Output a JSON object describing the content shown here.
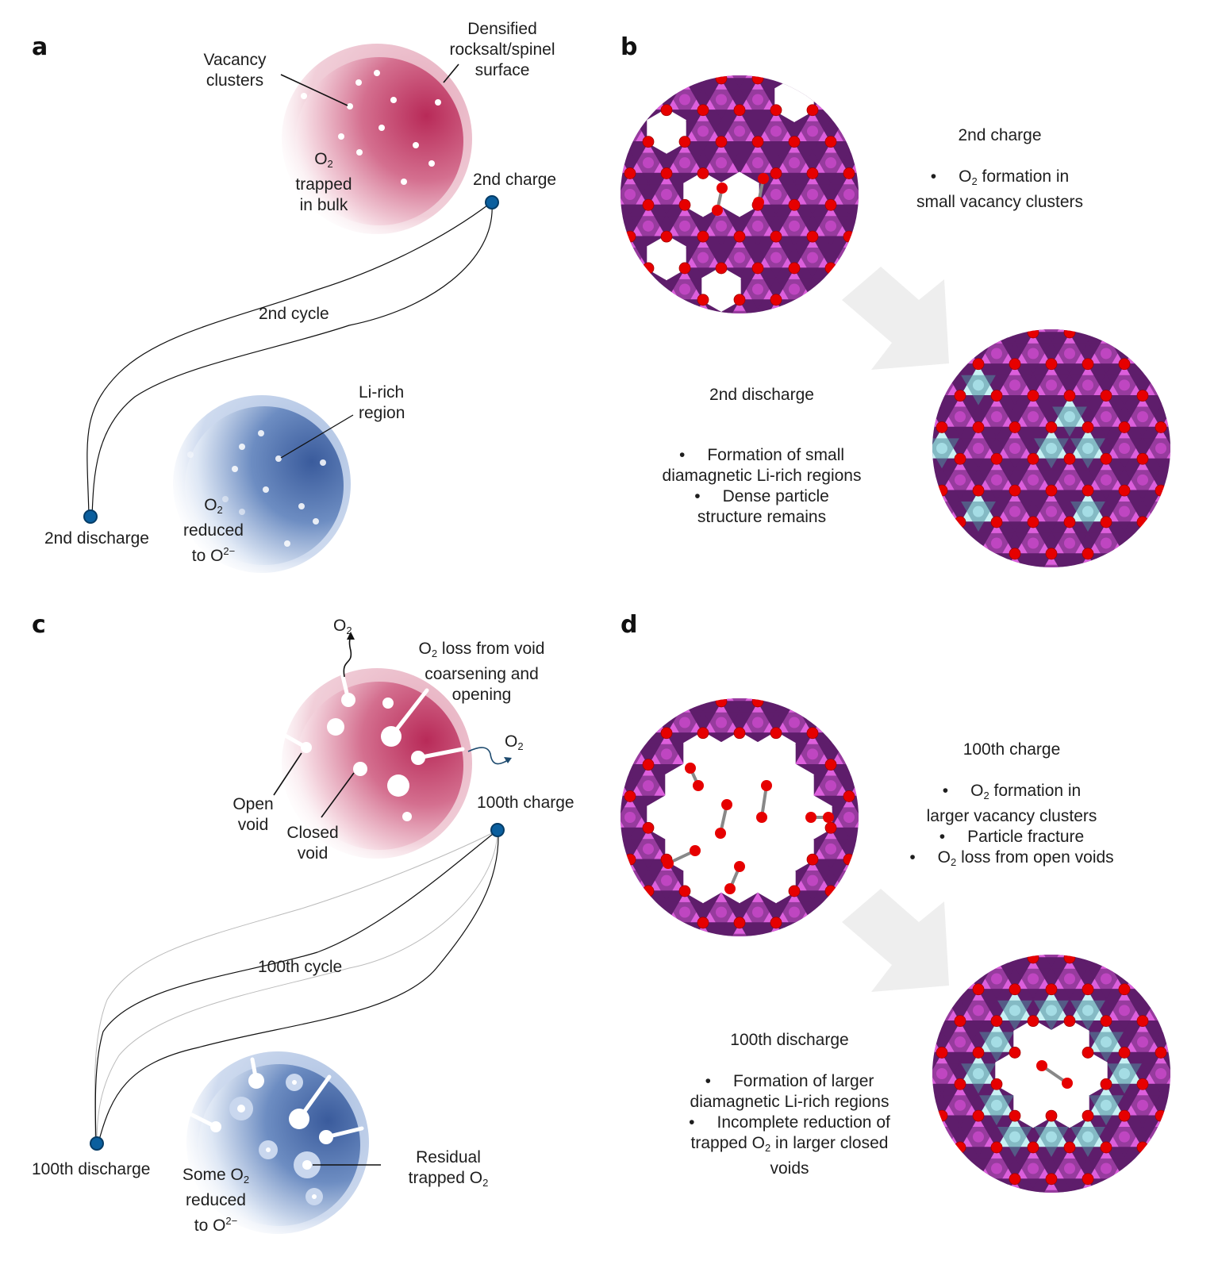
{
  "figure": {
    "colors": {
      "charge_particle_dark": "#c0325f",
      "charge_particle_light": "#f6dbe3",
      "discharge_particle_dark": "#3f63a3",
      "discharge_particle_light": "#dfe8f5",
      "state_node": "#0b5f9e",
      "mn_octahedra_light": "#dc5fdc",
      "mn_octahedra_dark": "#5e1d6b",
      "li_octahedra_light": "#c8f1f4",
      "li_octahedra_dark": "#4d8c9c",
      "oxygen": "#e60000",
      "arrow_gray": "#eeeeee"
    },
    "panel_a": {
      "letter": "a",
      "vacancy_label": [
        "Vacancy",
        "clusters"
      ],
      "surface_label": [
        "Densified",
        "rocksalt/spinel",
        "surface"
      ],
      "o2_trapped": {
        "line1": "O",
        "sub": "2",
        "line2": "trapped",
        "line3": "in bulk"
      },
      "charge_node": "2nd charge",
      "discharge_node": "2nd discharge",
      "cycle_label": "2nd cycle",
      "li_rich_label": [
        "Li-rich",
        "region"
      ],
      "o2_reduced": {
        "line1": "O",
        "sub": "2",
        "line2": "reduced",
        "line3_prefix": "to O",
        "sup": "2−"
      }
    },
    "panel_b": {
      "letter": "b",
      "charge_title": "2nd charge",
      "charge_bullets": [
        {
          "pre": "O",
          "sub": "2",
          "post": " formation in",
          "cont": "small vacancy clusters"
        }
      ],
      "discharge_title": "2nd discharge",
      "discharge_bullets": [
        {
          "text": "Formation of small",
          "cont": "diamagnetic Li-rich regions"
        },
        {
          "text": "Dense particle",
          "cont": "structure remains"
        }
      ]
    },
    "panel_c": {
      "letter": "c",
      "o2_top": {
        "text": "O",
        "sub": "2"
      },
      "o2_right": {
        "text": "O",
        "sub": "2"
      },
      "loss_label": {
        "pre": "O",
        "sub": "2",
        "post": " loss from void",
        "line2": "coarsening and",
        "line3": "opening"
      },
      "open_void": [
        "Open",
        "void"
      ],
      "closed_void": [
        "Closed",
        "void"
      ],
      "charge_node": "100th charge",
      "discharge_node": "100th discharge",
      "cycle_label": "100th cycle",
      "some_o2": {
        "pre": "Some O",
        "sub": "2",
        "line2": "reduced",
        "line3_prefix": "to O",
        "sup": "2−"
      },
      "residual": {
        "line1": "Residual",
        "pre": "trapped O",
        "sub": "2"
      }
    },
    "panel_d": {
      "letter": "d",
      "charge_title": "100th charge",
      "charge_bullets": [
        {
          "pre": "O",
          "sub": "2",
          "post": " formation in",
          "cont": "larger vacancy clusters"
        },
        {
          "text": "Particle fracture"
        },
        {
          "pre": "O",
          "sub": "2",
          "post": " loss from open voids"
        }
      ],
      "discharge_title": "100th discharge",
      "discharge_bullets": [
        {
          "text": "Formation of larger",
          "cont": "diamagnetic Li-rich regions"
        },
        {
          "text": "Incomplete reduction of",
          "cont_pre": "trapped O",
          "cont_sub": "2",
          "cont_post": " in larger closed",
          "cont2": "voids"
        }
      ]
    },
    "bullet_char": "•"
  }
}
